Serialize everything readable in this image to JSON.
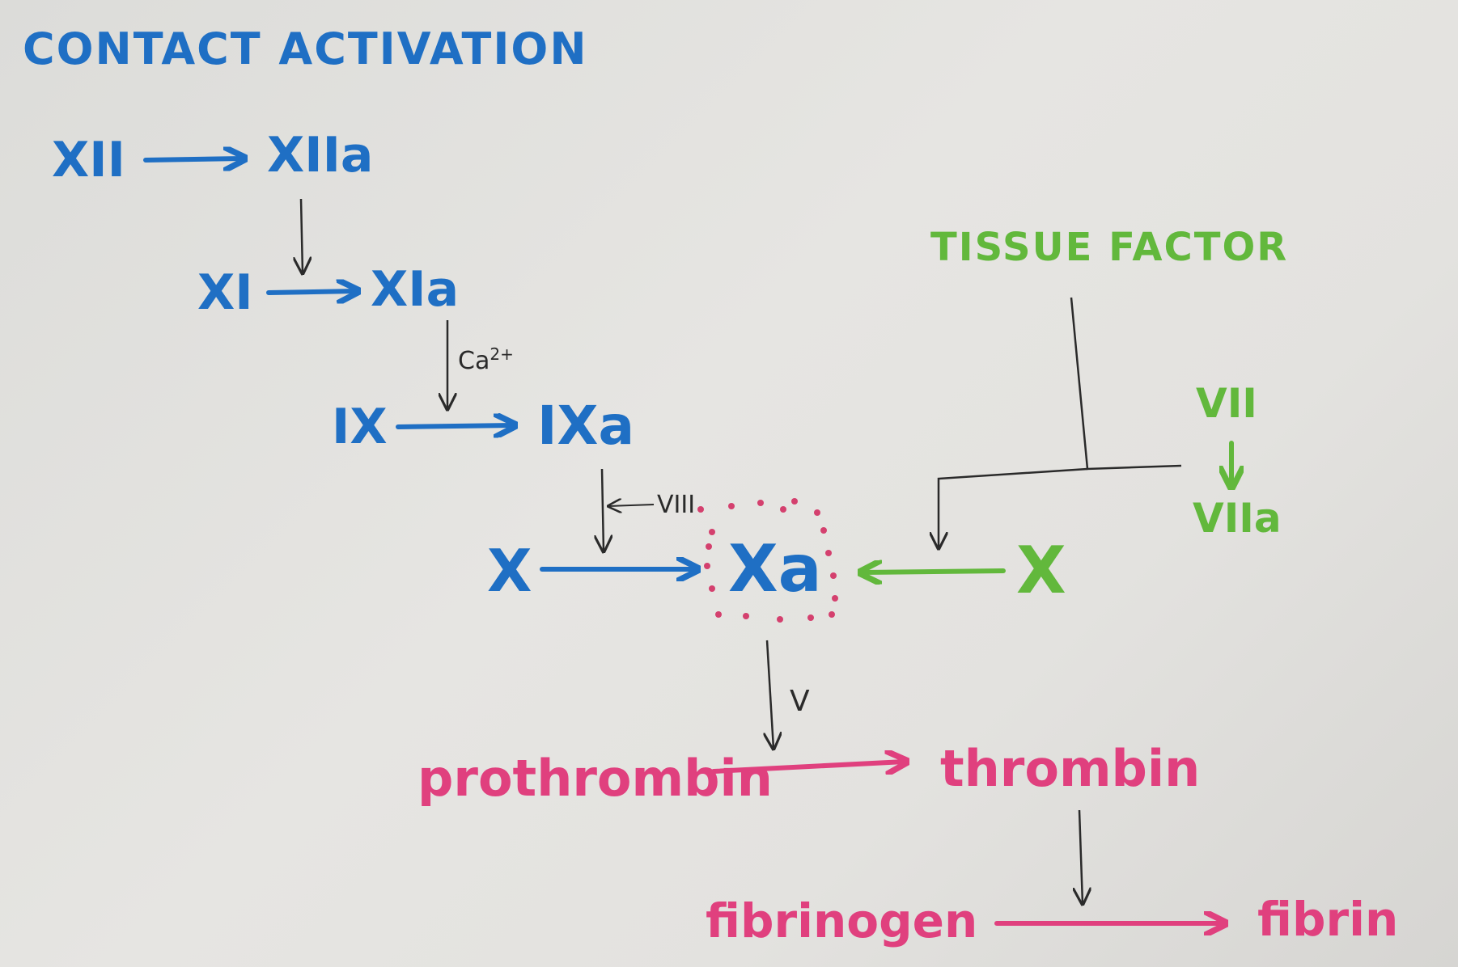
{
  "headings": {
    "contact_activation": "CONTACT ACTIVATION",
    "tissue_factor": "TISSUE FACTOR"
  },
  "factors": {
    "xii": "XII",
    "xiia": "XIIa",
    "xi": "XI",
    "xia": "XIa",
    "ix": "IX",
    "ixa": "IXa",
    "x_left": "X",
    "xa": "Xa",
    "x_right": "X",
    "vii": "VII",
    "viia": "VIIa"
  },
  "cofactors": {
    "calcium": "Ca",
    "calcium_charge": "2+",
    "viii": "VIII",
    "v": "V"
  },
  "products": {
    "prothrombin": "prothrombin",
    "thrombin": "thrombin",
    "fibrinogen": "fibrinogen",
    "fibrin": "fibrin"
  },
  "colors": {
    "intrinsic": "#1f6fc4",
    "extrinsic": "#62b83c",
    "common": "#e0407e",
    "ink": "#2a2a2a",
    "complex_dots": "#d4406e"
  }
}
